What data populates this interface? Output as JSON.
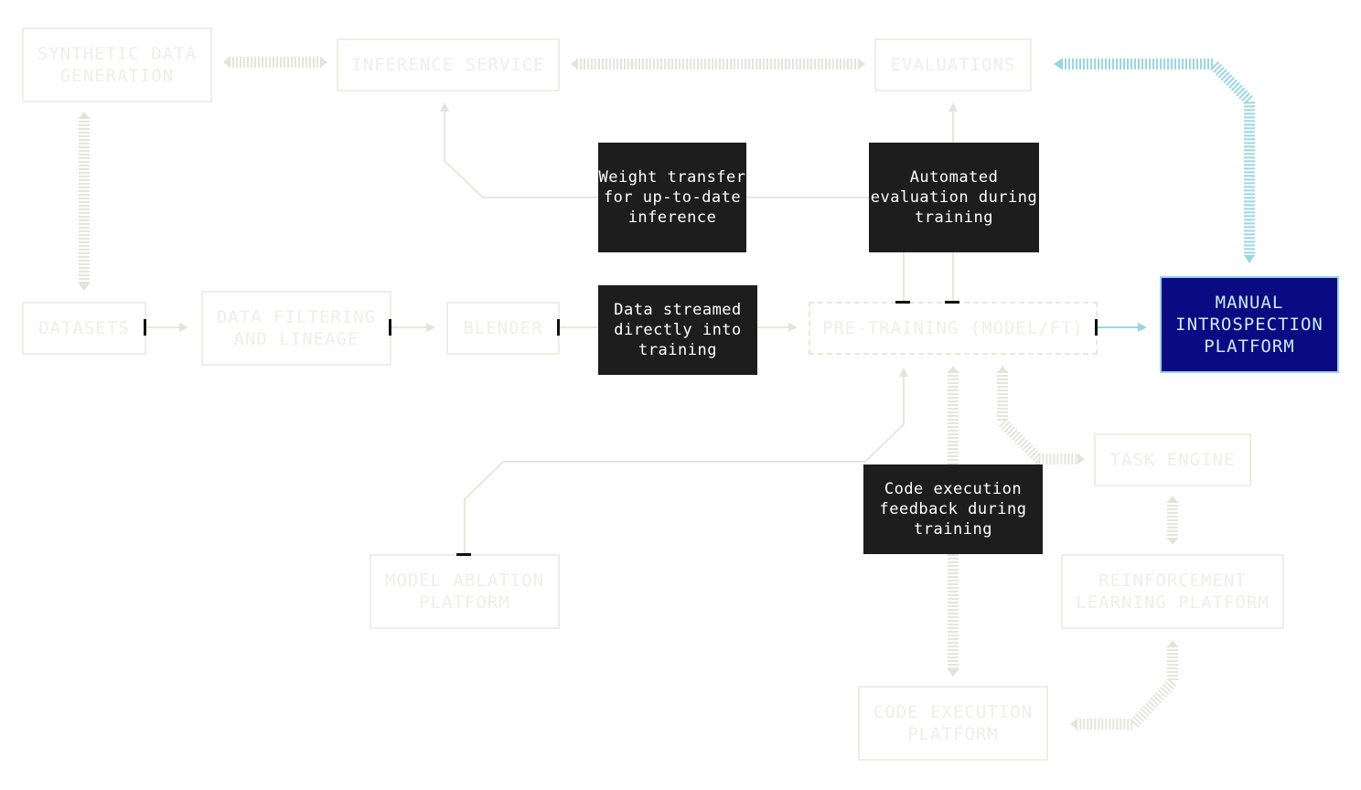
{
  "nodes": {
    "synthetic_data_generation": "SYNTHETIC DATA GENERATION",
    "inference_service": "INFERENCE SERVICE",
    "evaluations": "EVALUATIONS",
    "datasets": "DATASETS",
    "data_filtering": "DATA FILTERING AND LINEAGE",
    "blender": "BLENDER",
    "pre_training": "PRE-TRAINING (MODEL/FT)",
    "manual_introspection": "MANUAL INTROSPECTION PLATFORM",
    "task_engine": "TASK ENGINE",
    "model_ablation": "MODEL ABLATION PLATFORM",
    "reinforcement_learning": "REINFORCEMENT LEARNING PLATFORM",
    "code_execution": "CODE EXECUTION PLATFORM"
  },
  "notes": {
    "weight_transfer": "Weight transfer for up-to-date inference",
    "automated_evaluation": "Automated evaluation during training",
    "data_streamed": "Data streamed directly into training",
    "code_feedback": "Code execution feedback during training"
  },
  "colors": {
    "ghost_line": "#e9e8df",
    "note_bg": "#1d1d1d",
    "highlight_bg": "#0a0a82",
    "highlight_accent": "#9ad6e4"
  }
}
